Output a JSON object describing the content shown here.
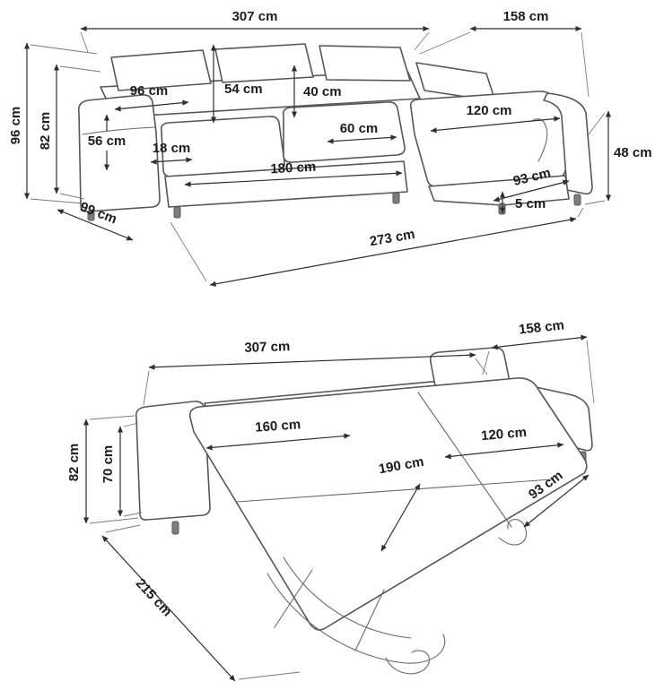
{
  "unit": "cm",
  "sofa_view": {
    "width_total": "307 cm",
    "chaise_length": "158 cm",
    "height": "96 cm",
    "backrest_height": "82 cm",
    "backrest_section_width": "96 cm",
    "backrest_cushion_height": "54 cm",
    "headrest_height": "40 cm",
    "armrest_height": "56 cm",
    "armrest_width": "18 cm",
    "seat_cushion_width": "60 cm",
    "chaise_width": "120 cm",
    "seat_width": "180 cm",
    "chaise_seat_depth": "93 cm",
    "seat_height": "48 cm",
    "leg_height": "5 cm",
    "depth": "99 cm",
    "front_total_width": "273 cm"
  },
  "bed_view": {
    "width_total": "307 cm",
    "chaise_length": "158 cm",
    "bed_section_width": "160 cm",
    "chaise_width": "120 cm",
    "sleeping_length": "190 cm",
    "height": "82 cm",
    "seat_frame_height": "70 cm",
    "chaise_seat_depth": "93 cm",
    "depth_extended": "215 cm"
  }
}
